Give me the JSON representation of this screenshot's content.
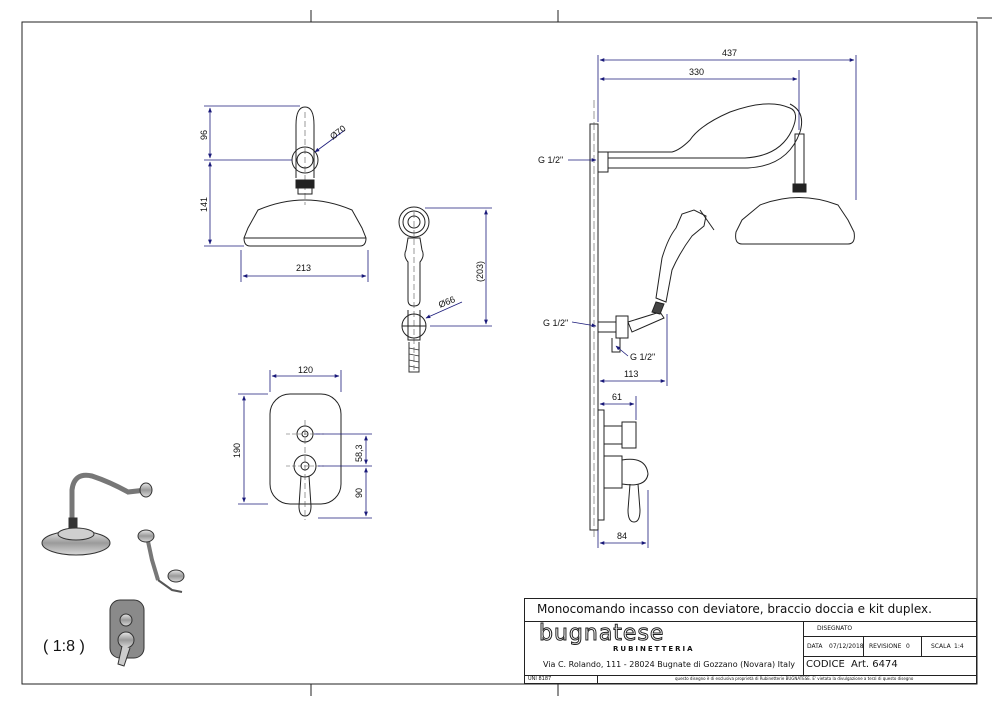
{
  "title_block": {
    "title": "Monocomando incasso con deviatore, braccio doccia e kit duplex.",
    "logo_text": "bugnatese",
    "logo_sub": "RUBINETTERIA",
    "address": "Via C. Rolando, 111 - 28024 Bugnate di Gozzano (Novara) Italy",
    "drawn_label": "DISEGNATO",
    "date_label": "DATA",
    "date_value": "07/12/2018",
    "revision_label": "REVISIONE",
    "revision_value": "0",
    "scale_label": "SCALA",
    "scale_value": "1:4",
    "code_label": "CODICE",
    "code_value": "Art. 6474",
    "norm_label": "UNI 8187",
    "disclaimer": "questo disegno è di esclusiva proprietà di Rubinetterie BUGNATESE. E' vietata la divulgazione a terzi di questo disegno"
  },
  "iso_scale": "( 1:8 )",
  "dimensions": {
    "head_height_top": "96",
    "head_height_bottom": "141",
    "head_diameter_callout": "Ø70",
    "head_width": "213",
    "hand_shower_length": "(203)",
    "hand_shower_callout": "Ø66",
    "plate_width": "120",
    "plate_height": "190",
    "plate_offset": "58,3",
    "plate_lower": "90",
    "overall_reach": "437",
    "arm_reach": "330",
    "holder_reach": "113",
    "valve_depth": "61",
    "plate_depth": "84"
  },
  "thread_labels": {
    "arm": "G 1/2\"",
    "holder": "G 1/2\"",
    "hose": "G 1/2\""
  }
}
